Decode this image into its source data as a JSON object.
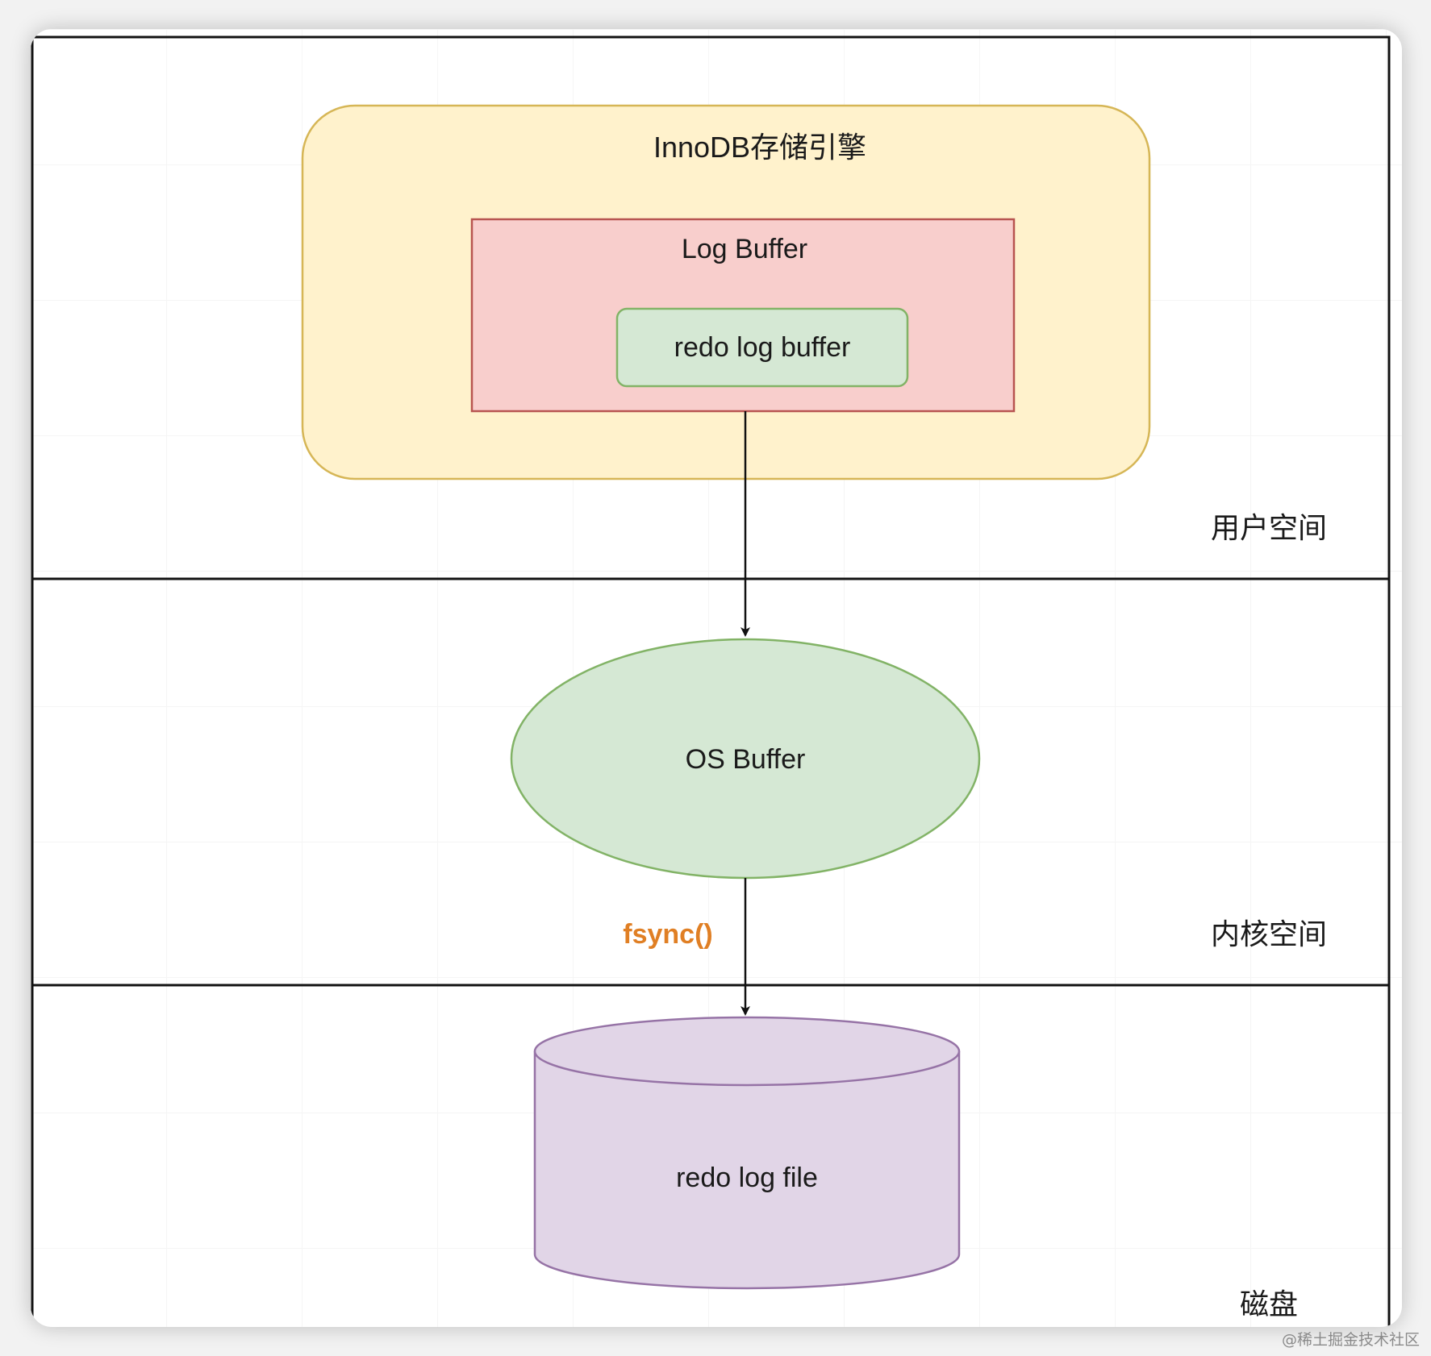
{
  "diagram": {
    "zones": [
      {
        "id": "user-space",
        "label": "用户空间"
      },
      {
        "id": "kernel-space",
        "label": "内核空间"
      },
      {
        "id": "disk",
        "label": "磁盘"
      }
    ],
    "nodes": {
      "innodb": {
        "label": "InnoDB存储引擎",
        "fill": "#fff2cc",
        "stroke": "#d6b656"
      },
      "log_buffer": {
        "label": "Log Buffer",
        "fill": "#f8cecc",
        "stroke": "#b85450"
      },
      "redo_log_buffer": {
        "label": "redo log buffer",
        "fill": "#d5e8d4",
        "stroke": "#82b366"
      },
      "os_buffer": {
        "label": "OS Buffer",
        "fill": "#d5e8d4",
        "stroke": "#82b366"
      },
      "redo_log_file": {
        "label": "redo log file",
        "fill": "#e1d5e7",
        "stroke": "#9673a6"
      }
    },
    "edges": [
      {
        "from": "log_buffer",
        "to": "os_buffer",
        "label": ""
      },
      {
        "from": "os_buffer",
        "to": "redo_log_file",
        "label": "fsync()",
        "label_color": "#e07f24"
      }
    ]
  },
  "watermark": "@稀土掘金技术社区"
}
